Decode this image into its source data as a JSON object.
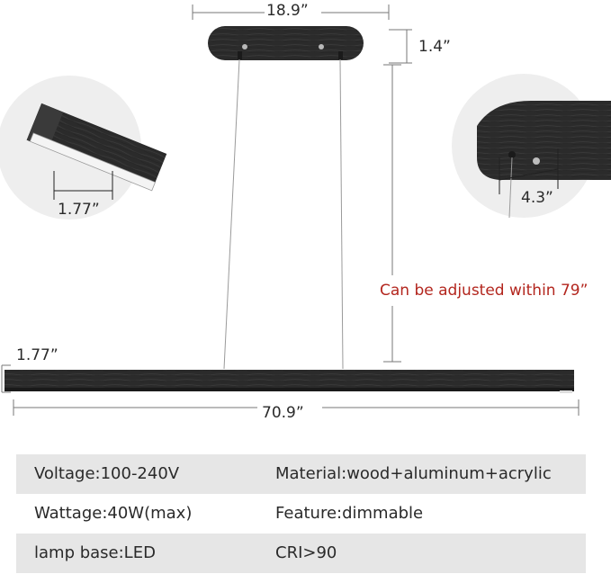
{
  "dimensions": {
    "canopy_width": "18.9”",
    "canopy_height": "1.4”",
    "fixture_width_detail": "1.77”",
    "canopy_detail": "4.3”",
    "fixture_height": "1.77”",
    "fixture_length": "70.9”",
    "adjustable_note": "Can be adjusted within 79”"
  },
  "specs": {
    "rows": [
      {
        "left": "Voltage:100-240V",
        "right": "Material:wood+aluminum+acrylic"
      },
      {
        "left": "Wattage:40W(max)",
        "right": "Feature:dimmable"
      },
      {
        "left": "lamp base:LED",
        "right": "CRI>90"
      }
    ]
  },
  "colors": {
    "wood": "#2b2b2b",
    "accent_red": "#b3261e",
    "dim_line": "#777777",
    "row_shaded": "#e6e6e6"
  }
}
